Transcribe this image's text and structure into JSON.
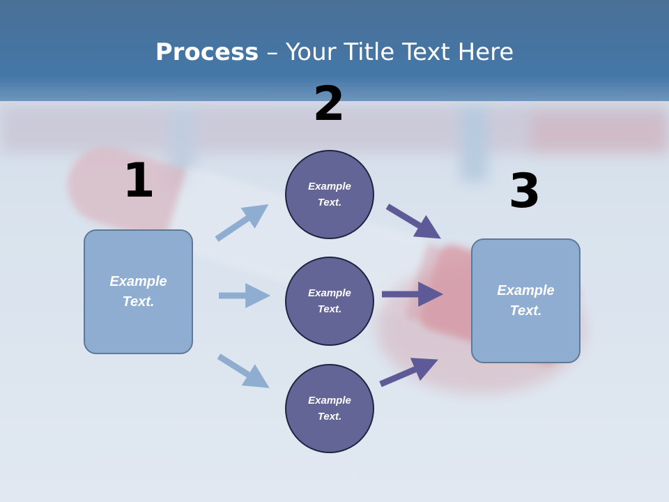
{
  "slide": {
    "title_bold": "Process",
    "title_rest": " – Your Title Text Here"
  },
  "steps": {
    "one": {
      "number": "1",
      "text": "Example\nText."
    },
    "two": {
      "number": "2",
      "items": [
        {
          "text": "Example\nText."
        },
        {
          "text": "Example\nText."
        },
        {
          "text": "Example\nText."
        }
      ]
    },
    "three": {
      "number": "3",
      "text": "Example\nText."
    }
  },
  "colors": {
    "box_fill": "#8eadd0",
    "circle_fill": "#636596",
    "arrow_light": "#8eadd0",
    "arrow_dark": "#5e5a98",
    "header_blue": "#3f6f9c"
  }
}
